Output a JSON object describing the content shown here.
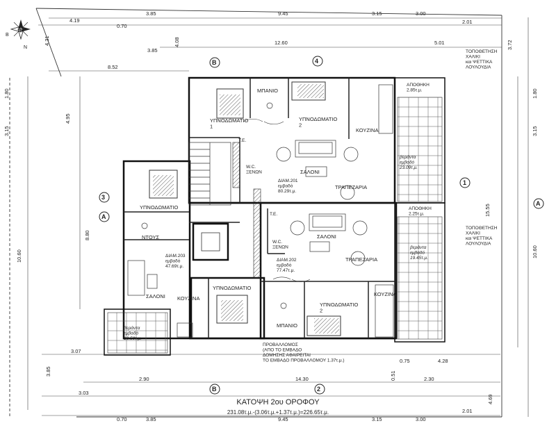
{
  "compass": {
    "north_label": "N",
    "west_label": "B"
  },
  "top_dims": {
    "row1": [
      "4.19",
      "0.70",
      "3.85",
      "9.45",
      "3.15",
      "3.00",
      "2.01"
    ],
    "row2": [
      "3.85",
      "12.60",
      "5.01"
    ],
    "row3": [
      "8.52"
    ]
  },
  "bottom_dims": {
    "row1": [
      "3.07",
      "0.75",
      "4.28"
    ],
    "row2": [
      "2.90",
      "14.30",
      "2.30"
    ],
    "row3": [
      "3.03",
      "2.01"
    ],
    "row4": [
      "0.70",
      "3.85",
      "9.45",
      "3.15",
      "3.00"
    ]
  },
  "left_dims": [
    "4.31",
    "1.80",
    "3.15",
    "4.95",
    "8.80",
    "10.60",
    "3.85"
  ],
  "right_dims": [
    "3.72",
    "1.80",
    "3.15",
    "15.55",
    "10.60",
    "4.69"
  ],
  "small_dims": [
    "4.08",
    "0.51"
  ],
  "grid_markers": [
    "B",
    "4",
    "3",
    "A",
    "1",
    "A",
    "B",
    "2"
  ],
  "rooms": {
    "bedroom_1": "ΥΠΝΟΔΩΜΑΤΙΟ\n1",
    "bathroom_top": "ΜΠΑΝΙΟ",
    "bedroom_2_top": "ΥΠΝΟΔΩΜΑΤΙΟ\n2",
    "kitchen_top": "ΚΟΥΖΙΝΑ",
    "storage_top": "ΑΠΟΘΗΚΗ\n2.85τ.μ.",
    "veranda_top": "βεράντα\nεμβαδό\n23.09τ.μ.",
    "living_201": "ΣΑΛΟΝΙ",
    "dining_201": "ΤΡΑΠΕΖΑΡΙΑ",
    "te_top": "Τ.Ε.",
    "wc_top": "W.C.\nΞΕΝΩΝ",
    "apt_201": "ΔΙΑΜ.201\nεμβαδό\n80.29τ.μ.",
    "bedroom_203": "ΥΠΝΟΔΩΜΑΤΙΟ",
    "shower_203": "ΝΤΟΥΣ",
    "apt_203": "ΔΙΑΜ.203\nεμβαδό\n47.69τ.μ.",
    "living_203": "ΣΑΛΟΝΙ",
    "kitchen_203": "ΚΟΥΖΙΝΑ",
    "veranda_left": "βεράντα\nεμβαδό\n10.50τ.μ.",
    "living_202": "ΣΑΛΟΝΙ",
    "te_mid": "Τ.Ε.",
    "wc_mid": "W.C.\nΞΕΝΩΝ",
    "apt_202": "ΔΙΑΜ.202\nεμβαδό\n77.47τ.μ.",
    "dining_202": "ΤΡΑΠΕΖΑΡΙΑ",
    "storage_mid": "ΑΠΟΘΗΚΗ\n2.25τ.μ.",
    "veranda_right": "βεράντα\nεμβαδό\n19.45τ.μ.",
    "bedroom_202a": "ΥΠΝΟΔΩΜΑΤΙΟ",
    "bedroom_202b": "ΥΠΝΟΔΩΜΑΤΙΟ\n2",
    "bathroom_bottom": "ΜΠΑΝΙΟ",
    "kitchen_bottom": "ΚΟΥΖΙΝΑ"
  },
  "notes": {
    "tile_note_top": "ΤΟΠΟΘΕΤΗΣΗ\nΧΑΛΙΚΙ\nκαι ΨΕΤΤΙΚΑ\nΛΟΥΛΟΥΔΙΑ",
    "tile_note_mid": "ΤΟΠΟΘΕΤΗΣΗ\nΧΑΛΙΚΙ\nκαι ΨΕΤΤΙΚΑ\nΛΟΥΛΟΥΔΙΑ",
    "projection": "ΠΡΟΒΑΛΛΟΜΟΣ\n(ΑΠΟ ΤΟ ΕΜΒΑΔΟ\nΔΟΜΗΣΗΣ ΑΦΑΙΡΕΙΤΑΙ\nΤΟ ΕΜΒΑΔΟ ΠΡΟΒΑΛΛΟΜΟΥ 1.37τ.μ.)"
  },
  "title": "ΚΑΤΟΨΗ 2ου ΟΡΟΦΟΥ",
  "subtitle": "231.08τ.μ.-(3.06τ.μ.+1.37τ.μ.)=226.65τ.μ."
}
